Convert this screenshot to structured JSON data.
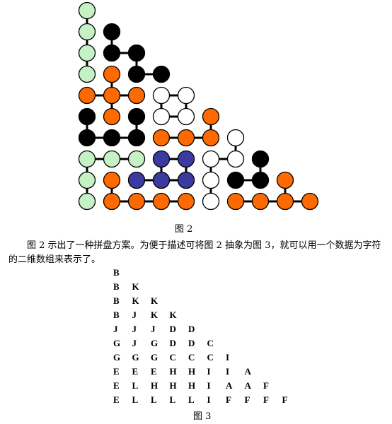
{
  "figure2": {
    "caption": "图 2",
    "colors": {
      "B": "#c5f2c5",
      "K": "#000000",
      "J": "#ff6a00",
      "G": "#000000",
      "D": "#ffffff",
      "C": "#ff6a00",
      "E": "#c5f2c5",
      "H": "#3a3aa0",
      "I": "#ffffff",
      "A": "#000000",
      "L": "#ff6a00",
      "F": "#ff6a00"
    }
  },
  "paragraph": "图 2 示出了一种拼盘方案。为便于描述可将图 2 抽象为图 3，就可以用一个数据为字符的二维数组来表示了。",
  "figure3": {
    "caption": "图 3",
    "rows": [
      [
        "B"
      ],
      [
        "B",
        "K"
      ],
      [
        "B",
        "K",
        "K"
      ],
      [
        "B",
        "J",
        "K",
        "K"
      ],
      [
        "J",
        "J",
        "J",
        "D",
        "D"
      ],
      [
        "G",
        "J",
        "G",
        "D",
        "D",
        "C"
      ],
      [
        "G",
        "G",
        "G",
        "C",
        "C",
        "C",
        "I"
      ],
      [
        "E",
        "E",
        "E",
        "H",
        "H",
        "I",
        "I",
        "A"
      ],
      [
        "E",
        "L",
        "H",
        "H",
        "H",
        "I",
        "A",
        "A",
        "F"
      ],
      [
        "E",
        "L",
        "L",
        "L",
        "L",
        "I",
        "F",
        "F",
        "F",
        "F"
      ]
    ]
  }
}
